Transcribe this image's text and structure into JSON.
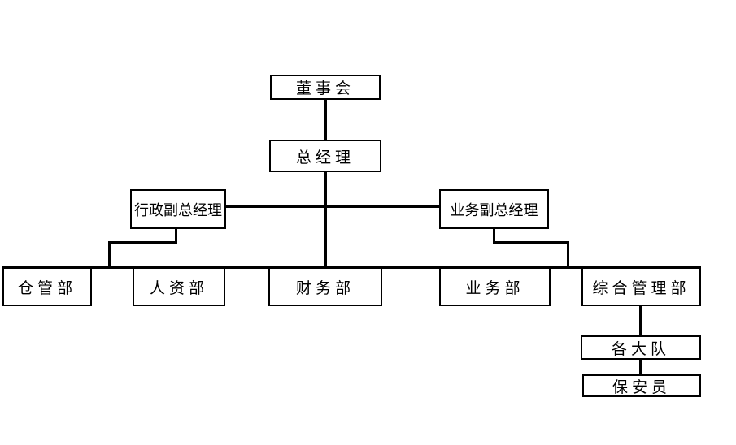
{
  "diagram": {
    "type": "organization-chart",
    "background_color": "#ffffff",
    "line_color": "#000000",
    "box_fill": "#ffffff",
    "box_border_color": "#000000"
  },
  "nodes": {
    "board": {
      "label": "董事会"
    },
    "gm": {
      "label": "总经理"
    },
    "admin_vgm": {
      "label": "行政副总经理"
    },
    "biz_vgm": {
      "label": "业务副总经理"
    },
    "warehouse": {
      "label": "仓管部"
    },
    "hr": {
      "label": "人资部"
    },
    "finance": {
      "label": "财务部"
    },
    "business": {
      "label": "业务部"
    },
    "general_mgmt": {
      "label": "综合管理部"
    },
    "brigades": {
      "label": "各大队"
    },
    "guards": {
      "label": "保安员"
    }
  },
  "edges": [
    {
      "from": "board",
      "to": "gm"
    },
    {
      "from": "gm",
      "to": "admin_vgm"
    },
    {
      "from": "gm",
      "to": "biz_vgm"
    },
    {
      "from": "gm",
      "to": "warehouse"
    },
    {
      "from": "gm",
      "to": "hr"
    },
    {
      "from": "gm",
      "to": "finance"
    },
    {
      "from": "gm",
      "to": "business"
    },
    {
      "from": "gm",
      "to": "general_mgmt"
    },
    {
      "from": "admin_vgm",
      "to": "departments-row"
    },
    {
      "from": "biz_vgm",
      "to": "departments-row"
    },
    {
      "from": "general_mgmt",
      "to": "brigades"
    },
    {
      "from": "brigades",
      "to": "guards"
    }
  ]
}
